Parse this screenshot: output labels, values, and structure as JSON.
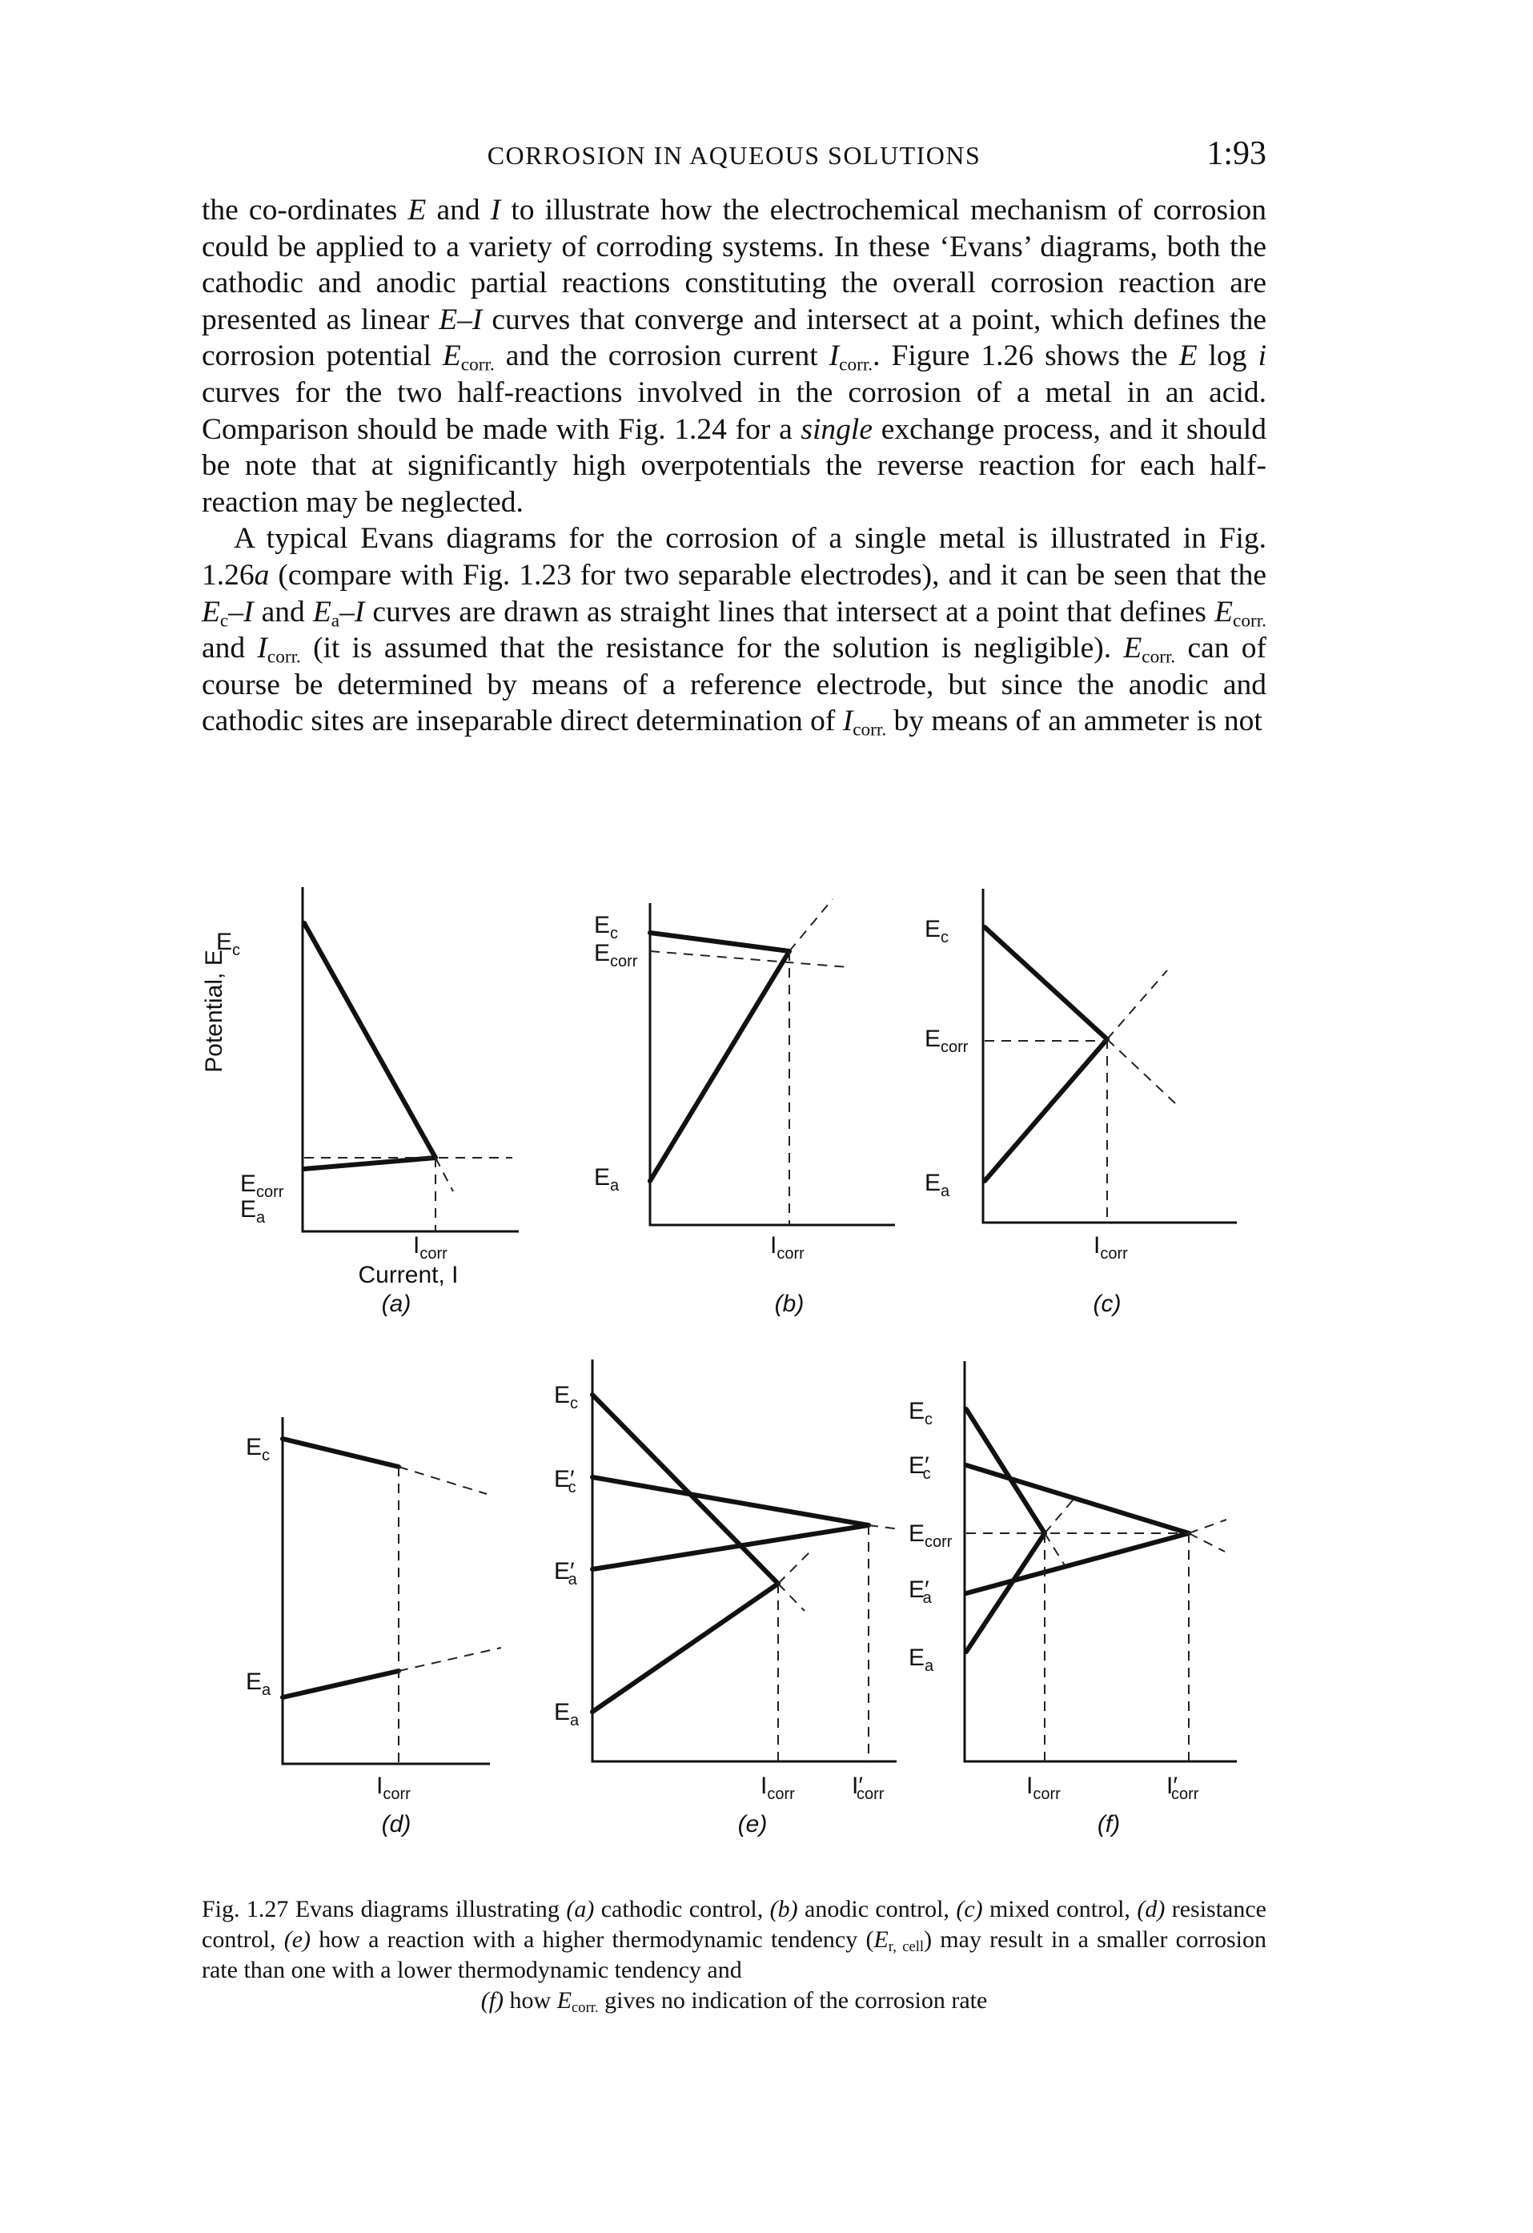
{
  "header": {
    "running_title": "CORROSION IN AQUEOUS SOLUTIONS",
    "page_number": "1:93"
  },
  "body": {
    "p1": [
      "the co-ordinates ",
      {
        "i": "E"
      },
      " and ",
      {
        "i": "I"
      },
      " to illustrate how the electrochemical mechanism of corrosion could be applied to a variety of corroding systems. In these ‘Evans’ diagrams, both the cathodic and anodic partial reactions constituting the overall corrosion reaction are presented as linear ",
      {
        "i": "E–I"
      },
      " curves that converge and intersect at a point, which defines the corrosion potential ",
      {
        "i": "E"
      },
      {
        "sub": "corr."
      },
      " and the corrosion current ",
      {
        "i": "I"
      },
      {
        "sub": "corr."
      },
      ". Figure 1.26 shows the ",
      {
        "i": "E"
      },
      " log ",
      {
        "i": "i"
      },
      " curves for the two half-reactions involved in the corrosion of a metal in an acid. Comparison should be made with Fig. 1.24 for a ",
      {
        "i": "single"
      },
      " exchange process, and it should be note that at significantly high overpotentials the reverse reaction for each half-reaction may be neglected."
    ],
    "p2": [
      "A typical Evans diagrams for the corrosion of a single metal is illustrated in Fig. 1.26",
      {
        "i": "a"
      },
      " (compare with Fig. 1.23 for two separable electrodes), and it can be seen that the ",
      {
        "i": "E"
      },
      {
        "sub": "c"
      },
      {
        "i": "–I"
      },
      " and ",
      {
        "i": "E"
      },
      {
        "sub": "a"
      },
      {
        "i": "–I"
      },
      " curves are drawn as straight lines that intersect at a point that defines ",
      {
        "i": "E"
      },
      {
        "sub": "corr."
      },
      " and ",
      {
        "i": "I"
      },
      {
        "sub": "corr."
      },
      " (it is assumed that the resistance for the solution is negligible). ",
      {
        "i": "E"
      },
      {
        "sub": "corr."
      },
      " can of course be determined by means of a reference electrode, but since the anodic and cathodic sites are inseparable direct determination of ",
      {
        "i": "I"
      },
      {
        "sub": "corr."
      },
      " by means of an ammeter is not"
    ]
  },
  "figure": {
    "panel_a": {
      "ec": "E",
      "ec_sub": "c",
      "ecorr": "E",
      "ecorr_sub": "corr",
      "ea": "E",
      "ea_sub": "a",
      "icorr": "I",
      "icorr_sub": "corr",
      "ylabel": "Potential, E",
      "xlabel": "Current, I",
      "letter": "(a)"
    },
    "panel_b": {
      "ec": "E",
      "ec_sub": "c",
      "ecorr": "E",
      "ecorr_sub": "corr",
      "ea": "E",
      "ea_sub": "a",
      "icorr": "I",
      "icorr_sub": "corr",
      "letter": "(b)"
    },
    "panel_c": {
      "ec": "E",
      "ec_sub": "c",
      "ecorr": "E",
      "ecorr_sub": "corr",
      "ea": "E",
      "ea_sub": "a",
      "icorr": "I",
      "icorr_sub": "corr",
      "letter": "(c)"
    },
    "panel_d": {
      "ec": "E",
      "ec_sub": "c",
      "ea": "E",
      "ea_sub": "a",
      "icorr": "I",
      "icorr_sub": "corr",
      "letter": "(d)"
    },
    "panel_e": {
      "ec": "E",
      "ec_sub": "c",
      "ecp": "E",
      "ecp_sub": "c",
      "eap": "E",
      "eap_sub": "a",
      "ea": "E",
      "ea_sub": "a",
      "icorr": "I",
      "icorr_sub": "corr",
      "icorrp": "I",
      "icorrp_sub": "corr",
      "prime": "′",
      "letter": "(e)"
    },
    "panel_f": {
      "ec": "E",
      "ec_sub": "c",
      "ecp": "E",
      "ecp_sub": "c",
      "ecorr": "E",
      "ecorr_sub": "corr",
      "eap": "E",
      "eap_sub": "a",
      "ea": "E",
      "ea_sub": "a",
      "icorr": "I",
      "icorr_sub": "corr",
      "icorrp": "I",
      "icorrp_sub": "corr",
      "prime": "′",
      "letter": "(f)"
    }
  },
  "caption": {
    "lines": [
      [
        "Fig. 1.27   Evans diagrams illustrating ",
        {
          "i": "(a)"
        },
        " cathodic control, ",
        {
          "i": "(b)"
        },
        " anodic control, ",
        {
          "i": "(c)"
        },
        " mixed control, ",
        {
          "i": "(d)"
        },
        " resistance control, ",
        {
          "i": "(e)"
        },
        " how a reaction with a higher thermodynamic tendency (",
        {
          "i": "E"
        },
        {
          "sub": "r, cell"
        },
        ") may result in a smaller corrosion rate than one with a lower thermodynamic tendency and"
      ],
      [
        {
          "i": "(f)"
        },
        " how ",
        {
          "i": "E"
        },
        {
          "sub": "corr."
        },
        " gives no indication of the corrosion rate"
      ]
    ]
  }
}
